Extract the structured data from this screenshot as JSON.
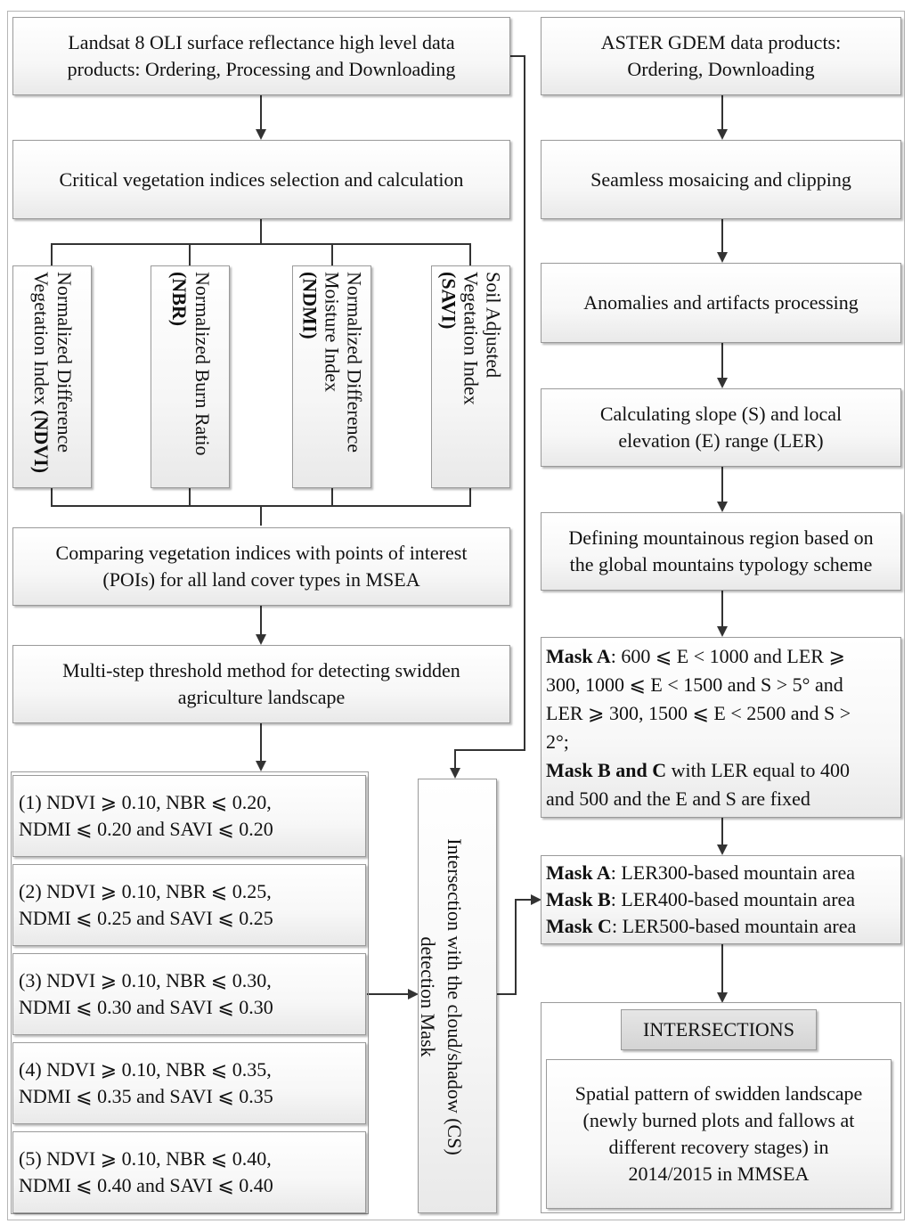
{
  "left_column": {
    "landsat": [
      "Landsat 8 OLI surface reflectance high level data",
      "products: Ordering, Processing and Downloading"
    ],
    "selection": "Critical vegetation indices selection and calculation",
    "indices": [
      {
        "lines": [
          "Normalized Difference",
          "Vegetation Index "
        ],
        "abbr": "(NDVI)",
        "abbr_position": "end"
      },
      {
        "lines": [
          "Normalized Burn Ratio"
        ],
        "abbr": "(NBR)",
        "abbr_position": "newline"
      },
      {
        "lines": [
          "Normalized Difference",
          "Moisture Index"
        ],
        "abbr": "(NDMI)",
        "abbr_position": "newline"
      },
      {
        "lines": [
          "Soil Adjusted",
          "Vegetation Index"
        ],
        "abbr": "(SAVI)",
        "abbr_position": "newline"
      }
    ],
    "comparing": [
      "Comparing vegetation indices with points of interest",
      "(POIs) for all land cover types in MSEA"
    ],
    "multistep": [
      "Multi-step threshold method for detecting swidden",
      "agriculture landscape"
    ],
    "thresholds": [
      [
        "(1) NDVI ⩾ 0.10, NBR ⩽ 0.20,",
        "NDMI ⩽ 0.20 and SAVI ⩽ 0.20"
      ],
      [
        "(2) NDVI ⩾ 0.10, NBR ⩽ 0.25,",
        "NDMI ⩽ 0.25 and SAVI ⩽ 0.25"
      ],
      [
        "(3) NDVI ⩾ 0.10, NBR ⩽ 0.30,",
        "NDMI ⩽ 0.30 and SAVI ⩽ 0.30"
      ],
      [
        "(4) NDVI ⩾ 0.10, NBR ⩽ 0.35,",
        "NDMI ⩽ 0.35 and SAVI ⩽ 0.35"
      ],
      [
        "(5) NDVI ⩾ 0.10, NBR ⩽ 0.40,",
        "NDMI ⩽ 0.40 and SAVI ⩽ 0.40"
      ]
    ]
  },
  "middle": {
    "intersection": [
      "Intersection with the cloud/shadow (CS)",
      "detection Mask"
    ]
  },
  "right_column": {
    "aster": [
      "ASTER GDEM data products:",
      "Ordering, Downloading"
    ],
    "mosaic": "Seamless mosaicing and clipping",
    "anomalies": "Anomalies and artifacts processing",
    "slope": [
      "Calculating slope (S) and local",
      "elevation (E) range (LER)"
    ],
    "defining": [
      "Defining mountainous region based on",
      "the global mountains typology scheme"
    ],
    "mask_rules": {
      "a_label": "Mask A",
      "a_lines": [
        ": 600 ⩽ E < 1000 and LER ⩾",
        "300, 1000 ⩽ E < 1500 and S > 5° and",
        "LER ⩾ 300, 1500 ⩽ E < 2500 and S >",
        "2°;"
      ],
      "bc_label": "Mask B and C",
      "bc_lines": [
        " with LER equal to 400",
        "and 500 and the E and S are fixed"
      ]
    },
    "mask_areas": [
      {
        "label": "Mask A",
        "text": ": LER300-based mountain area"
      },
      {
        "label": "Mask B",
        "text": ": LER400-based mountain area"
      },
      {
        "label": "Mask C",
        "text": ": LER500-based mountain area"
      }
    ],
    "intersections_title": "INTERSECTIONS",
    "spatial": [
      "Spatial pattern of swidden landscape",
      "(newly burned plots and fallows at",
      "different recovery stages) in",
      "2014/2015 in MMSEA"
    ]
  }
}
